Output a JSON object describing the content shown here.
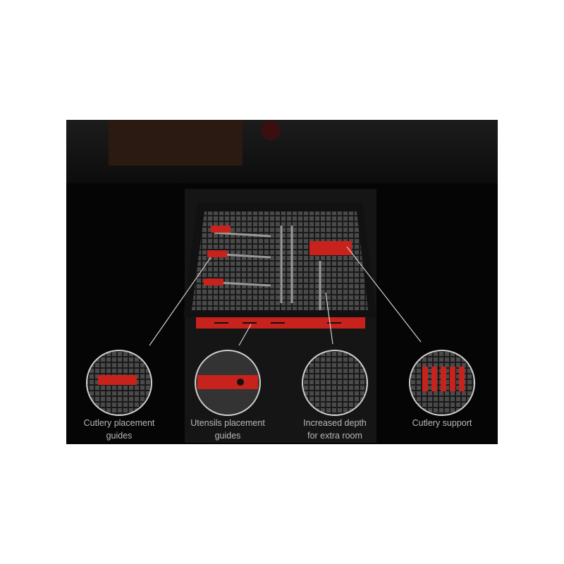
{
  "callouts": [
    {
      "line1": "Cutlery placement",
      "line2": "guides"
    },
    {
      "line1": "Utensils placement",
      "line2": "guides"
    },
    {
      "line1": "Increased depth",
      "line2": "for extra room"
    },
    {
      "line1": "Cutlery support",
      "line2": ""
    }
  ],
  "colors": {
    "accent": "#c8221c",
    "background": "#050505",
    "text": "#b8b8b8"
  }
}
